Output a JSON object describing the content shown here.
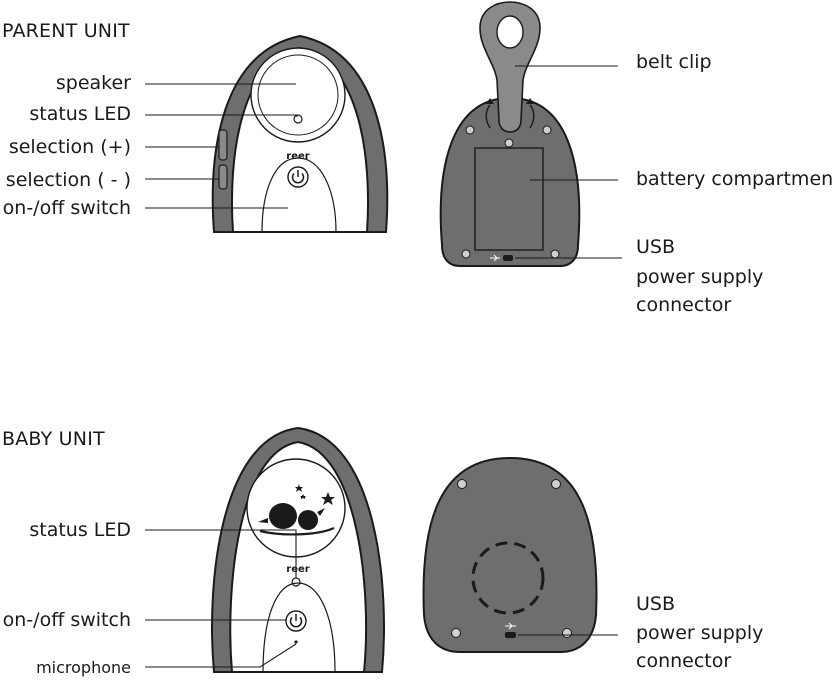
{
  "parent_unit": {
    "heading": "PARENT UNIT",
    "front_labels": {
      "speaker": "speaker",
      "status_led": "status LED",
      "selection_plus": "selection (+)",
      "selection_minus": "selection ( - )",
      "on_off": "on-/off switch"
    },
    "back_labels": {
      "belt_clip": "belt clip",
      "battery": "battery compartment",
      "usb_line1": "USB",
      "usb_line2": "power supply",
      "usb_line3": "connector"
    },
    "brand_mark": "reer"
  },
  "baby_unit": {
    "heading": "BABY UNIT",
    "front_labels": {
      "status_led": "status LED",
      "on_off": "on-/off switch",
      "microphone": "microphone"
    },
    "back_labels": {
      "usb_line1": "USB",
      "usb_line2": "power supply",
      "usb_line3": "connector"
    },
    "brand_mark": "reer"
  },
  "colors": {
    "housing_grey": "#6e6e6e",
    "face_white": "#ffffff",
    "clip_grey": "#8a8a8a",
    "ink": "#1a1a1a"
  }
}
